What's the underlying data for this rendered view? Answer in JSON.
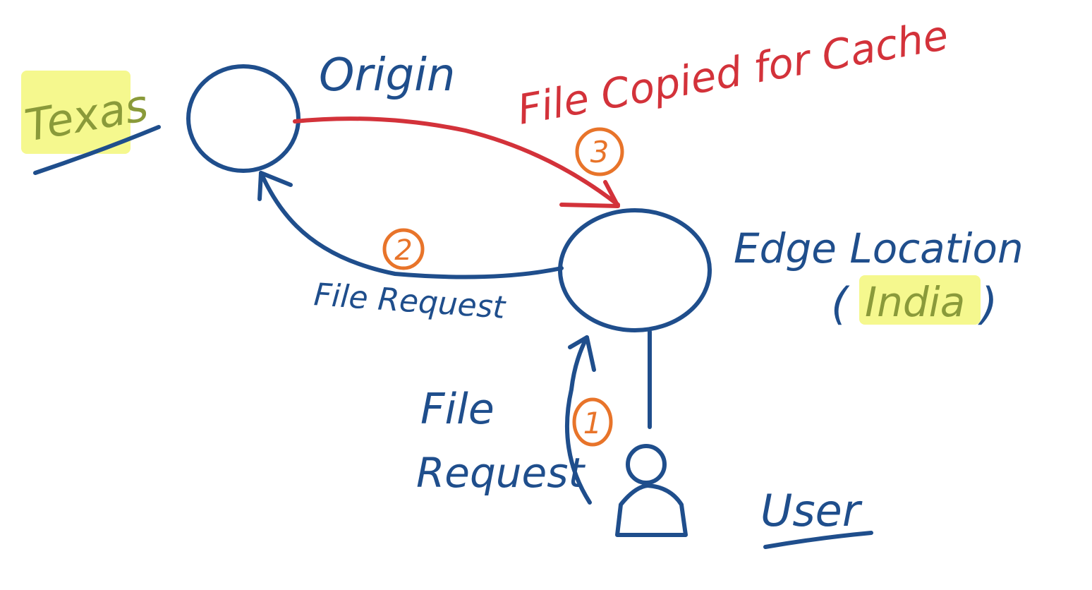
{
  "labels": {
    "origin": "Origin",
    "origin_location": "Texas",
    "edge": "Edge Location",
    "edge_location": "India",
    "edge_paren_open": "(",
    "edge_paren_close": ")",
    "user": "User",
    "file_request_1_line1": "File",
    "file_request_1_line2": "Request",
    "file_request_2": "File Request",
    "file_copied": "File Copied for Cache"
  },
  "steps": {
    "step1": "1",
    "step2": "2",
    "step3": "3"
  },
  "colors": {
    "ink_blue": "#1f4e8c",
    "ink_red": "#d3323a",
    "ink_orange": "#e8742a",
    "highlight": "#f3f77a"
  }
}
